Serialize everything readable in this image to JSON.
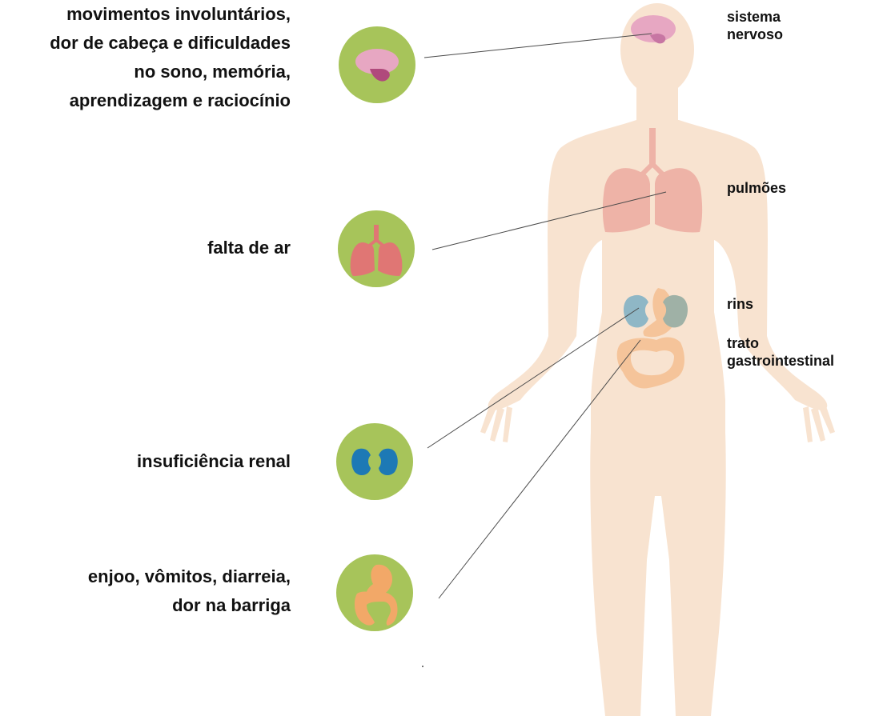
{
  "colors": {
    "body": "#f8e3d0",
    "circle": "#a7c45a",
    "brain": "#e7a7c2",
    "brain_stem": "#b04a7c",
    "lungs_icon": "#e07674",
    "lungs_body": "#eeb3a7",
    "kidney_icon": "#1d79b5",
    "kidney_body": "#8fb7c6",
    "gut_icon": "#f2a868",
    "gut_body": "#f5c49a",
    "leader_line": "#4a4a4a"
  },
  "symptoms": [
    {
      "id": "nervous",
      "icon": "brain-icon",
      "lines": [
        "movimentos involuntários,",
        "dor de cabeça e dificuldades",
        "no sono, memória,",
        "aprendizagem e raciocínio"
      ]
    },
    {
      "id": "lungs",
      "icon": "lungs-icon",
      "lines": [
        "falta de ar"
      ]
    },
    {
      "id": "kidneys",
      "icon": "kidneys-icon",
      "lines": [
        "insuficiência renal"
      ]
    },
    {
      "id": "gi",
      "icon": "intestine-icon",
      "lines": [
        "enjoo, vômitos, diarreia,",
        "dor na barriga"
      ]
    }
  ],
  "organ_labels": {
    "nervous": [
      "sistema",
      "nervoso"
    ],
    "lungs": [
      "pulmões"
    ],
    "kidneys": [
      "rins"
    ],
    "gi": [
      "trato",
      "gastrointestinal"
    ]
  }
}
